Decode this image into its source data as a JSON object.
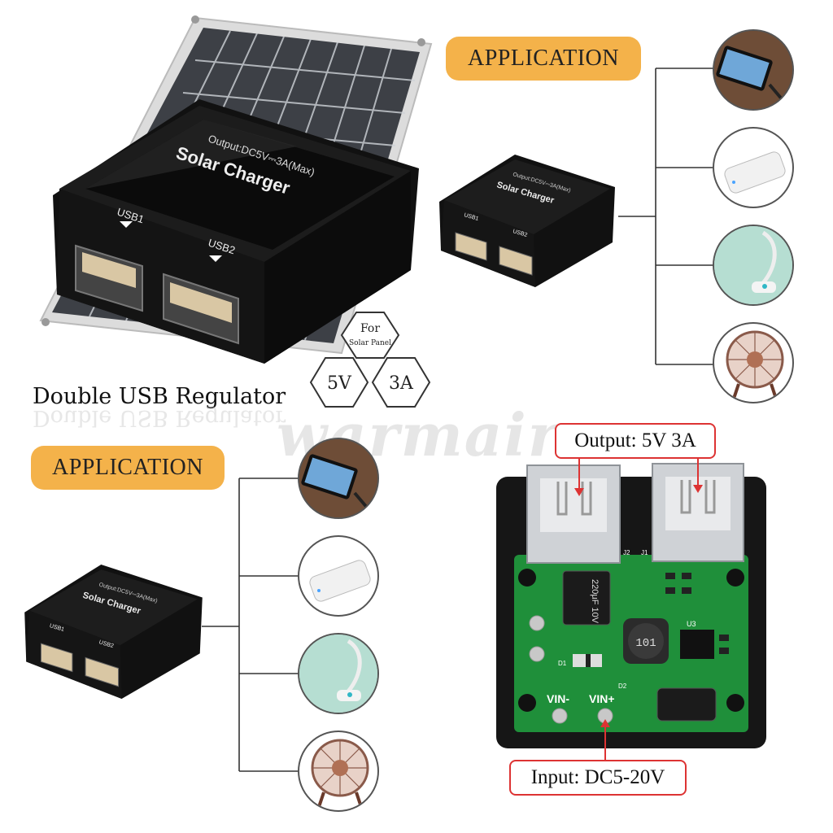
{
  "top_product": {
    "label_output": "Output:DC5V⎓3A(Max)",
    "label_name": "Solar Charger",
    "port1": "USB1",
    "port2": "USB2"
  },
  "title": "Double USB Regulator",
  "badges": {
    "for_top": "For",
    "for_bottom": "Solar Panel",
    "voltage": "5V",
    "current": "3A"
  },
  "application_top": "APPLICATION",
  "application_bottom": "APPLICATION",
  "watermark": "warmair",
  "small_product": {
    "label_output": "Output:DC5V⎓3A(Max)",
    "label_name": "Solar Charger",
    "port1": "USB1",
    "port2": "USB2"
  },
  "pcb": {
    "output_callout": "Output: 5V 3A",
    "input_callout": "Input: DC5-20V",
    "vin_minus": "VIN-",
    "vin_plus": "VIN+",
    "cap_label": "220μF 10V",
    "inductor_label": "101",
    "j2": "J2",
    "j1": "J1",
    "u3": "U3",
    "d1": "D1",
    "d2": "D2"
  },
  "colors": {
    "pill": "#f4b24a",
    "pcb_green": "#1f8f3a",
    "callout_border": "#d33333",
    "device_black": "#151515"
  },
  "icons": [
    "smartphone-icon",
    "power-bank-icon",
    "usb-lamp-icon",
    "usb-fan-icon"
  ]
}
